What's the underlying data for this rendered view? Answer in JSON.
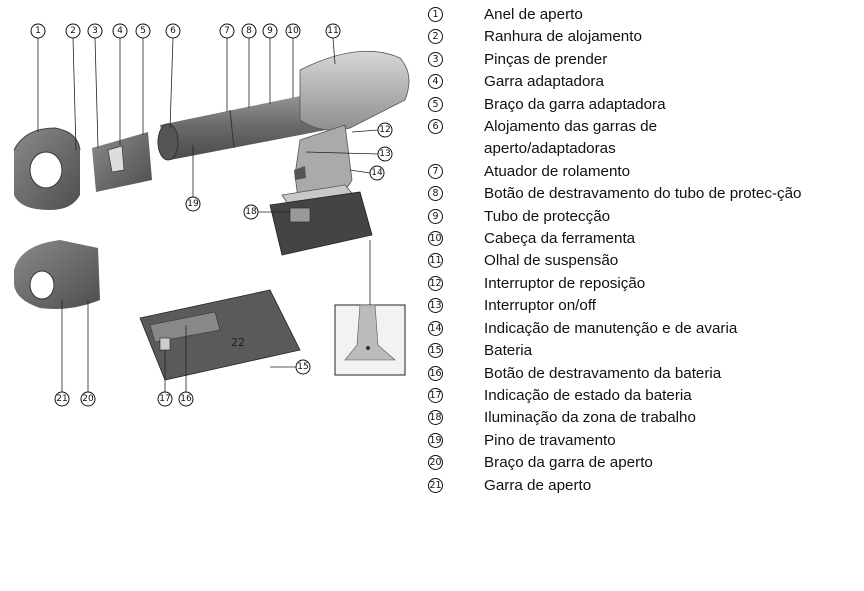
{
  "legend": [
    {
      "num": "1",
      "label": "Anel de aperto"
    },
    {
      "num": "2",
      "label": "Ranhura de alojamento"
    },
    {
      "num": "3",
      "label": "Pinças de prender"
    },
    {
      "num": "4",
      "label": "Garra adaptadora"
    },
    {
      "num": "5",
      "label": "Braço da garra adaptadora"
    },
    {
      "num": "6",
      "label": "Alojamento das garras de aperto/adaptadoras"
    },
    {
      "num": "7",
      "label": "Atuador de rolamento"
    },
    {
      "num": "8",
      "label": "Botão de destravamento do tubo de protec-ção"
    },
    {
      "num": "9",
      "label": "Tubo de protecção"
    },
    {
      "num": "10",
      "label": "Cabeça da ferramenta"
    },
    {
      "num": "11",
      "label": "Olhal de suspensão"
    },
    {
      "num": "12",
      "label": "Interruptor de reposição"
    },
    {
      "num": "13",
      "label": "Interruptor on/off"
    },
    {
      "num": "14",
      "label": "Indicação de manutenção e de avaria"
    },
    {
      "num": "15",
      "label": "Bateria"
    },
    {
      "num": "16",
      "label": "Botão de destravamento da bateria"
    },
    {
      "num": "17",
      "label": "Indicação de estado da bateria"
    },
    {
      "num": "18",
      "label": "Iluminação da zona de trabalho"
    },
    {
      "num": "19",
      "label": "Pino de travamento"
    },
    {
      "num": "20",
      "label": "Braço da garra de aperto"
    },
    {
      "num": "21",
      "label": "Garra de aperto"
    }
  ],
  "battery_marking": "22",
  "colors": {
    "tool_body": "#b9b9b9",
    "tool_dark": "#6f6f6f",
    "text": "#111111"
  }
}
